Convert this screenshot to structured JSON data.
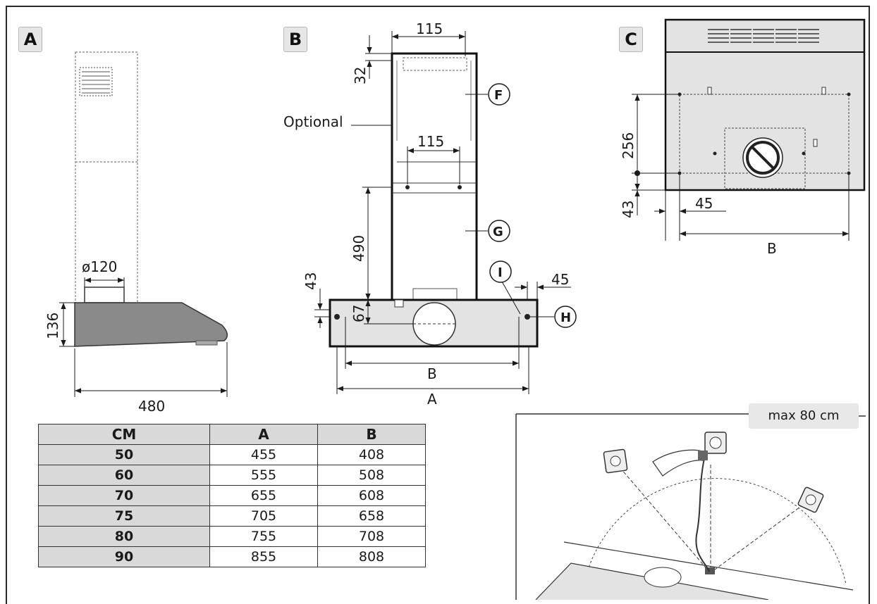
{
  "panels": {
    "a": {
      "badge": "A",
      "dim_diameter": "ø120",
      "dim_height": "136",
      "dim_depth": "480"
    },
    "b": {
      "badge": "B",
      "dim_top": "115",
      "dim_offset": "32",
      "label_optional": "Optional",
      "dim_bracket": "115",
      "dim_chimney": "490",
      "dim_side": "43",
      "dim_hole": "67",
      "dim_edge": "45",
      "dim_b": "B",
      "dim_a": "A",
      "callouts": [
        "F",
        "G",
        "I",
        "H"
      ]
    },
    "c": {
      "badge": "C",
      "dim_vertical": "256",
      "dim_bottom": "43",
      "dim_side": "45",
      "dim_b": "B"
    }
  },
  "table": {
    "headers": [
      "CM",
      "A",
      "B"
    ],
    "rows": [
      {
        "cm": "50",
        "a": "455",
        "b": "408"
      },
      {
        "cm": "60",
        "a": "555",
        "b": "508"
      },
      {
        "cm": "70",
        "a": "655",
        "b": "608"
      },
      {
        "cm": "75",
        "a": "705",
        "b": "658"
      },
      {
        "cm": "80",
        "a": "755",
        "b": "708"
      },
      {
        "cm": "90",
        "a": "855",
        "b": "808"
      }
    ]
  },
  "electrical": {
    "max_label": "max 80 cm"
  },
  "colors": {
    "hood_fill": "#8a8a8a",
    "panel_fill": "#e3e3e3",
    "badge_fill": "#e6e6e6"
  }
}
